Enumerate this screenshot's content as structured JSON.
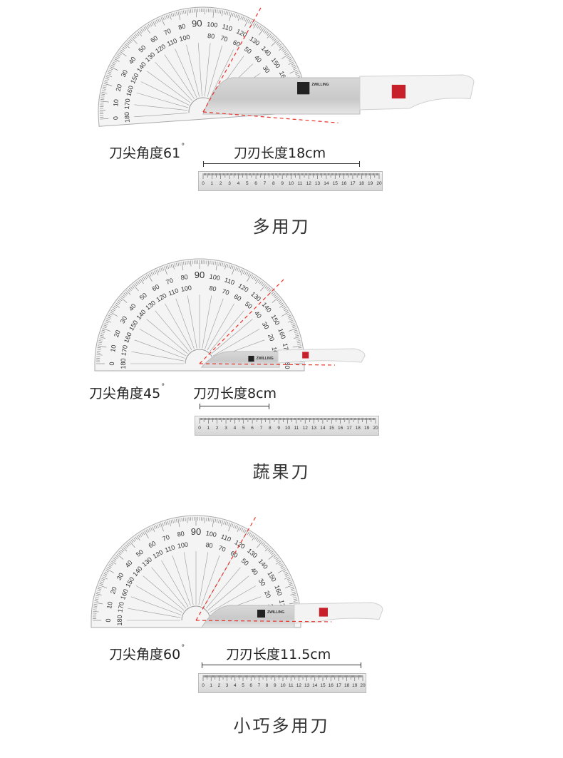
{
  "brand_logo_text": "ZWILLING",
  "knives": [
    {
      "name": "多用刀",
      "angle_label": "刀尖角度61",
      "angle": 61,
      "length_label": "刀刃长度18cm",
      "length_cm": 18
    },
    {
      "name": "蔬果刀",
      "angle_label": "刀尖角度45",
      "angle": 45,
      "length_label": "刀刃长度8cm",
      "length_cm": 8
    },
    {
      "name": "小巧多用刀",
      "angle_label": "刀尖角度60",
      "angle": 60,
      "length_label": "刀刃长度11.5cm",
      "length_cm": 11.5
    }
  ],
  "degree_symbol": "°",
  "ruler_max_cm": 20,
  "colors": {
    "guide_line": "#e8322a",
    "logo_red": "#c8202a"
  }
}
